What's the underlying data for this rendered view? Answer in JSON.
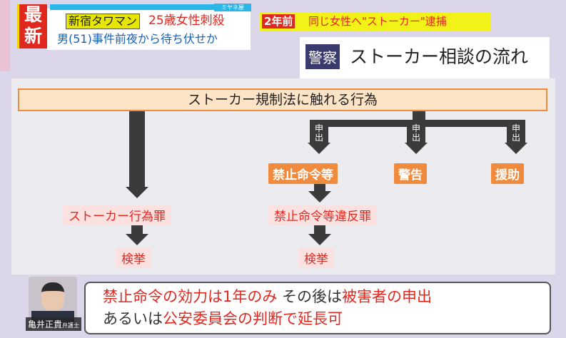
{
  "ticker": {
    "breaking": "最新",
    "program": "ミヤネ屋",
    "tag": "新宿タワマン",
    "headline1": "25歳女性刺殺",
    "headline2": "男(51)事件前夜から待ち伏せか",
    "sub_tag": "2年前",
    "sub_headline": "同じ女性へ\"ストーカー\"逮捕"
  },
  "title": {
    "badge": "警察",
    "text": "ストーカー相談の流れ"
  },
  "flow": {
    "top": "ストーカー規制法に触れる行為",
    "report": "申出",
    "branches": [
      "禁止命令等",
      "警告",
      "援助"
    ],
    "left_crime": "ストーカー行為罪",
    "left_result": "検挙",
    "mid_crime": "禁止命令等違反罪",
    "mid_result": "検挙"
  },
  "speaker": {
    "name": "亀井正貴",
    "title": "弁護士"
  },
  "bubble": {
    "p1": "禁止命令の効力は1年のみ",
    "p2": " その後は",
    "p3": "被害者の申出",
    "p4": "あるいは",
    "p5": "公安委員会の判断で延長可"
  }
}
